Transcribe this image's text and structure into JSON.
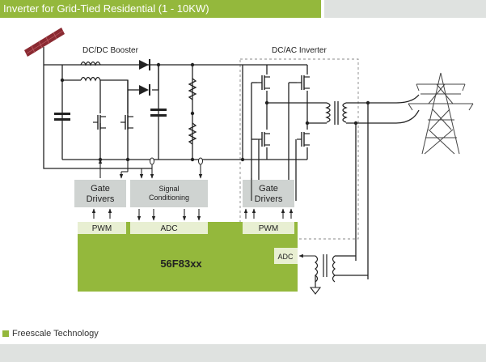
{
  "header": {
    "title": "Inverter for Grid-Tied Residential (1 - 10KW)"
  },
  "labels": {
    "dcdc": "DC/DC Booster",
    "dcac": "DC/AC Inverter",
    "gate_drivers_left": [
      "Gate",
      "Drivers"
    ],
    "signal_conditioning": [
      "Signal",
      "Conditioning"
    ],
    "gate_drivers_right": [
      "Gate",
      "Drivers"
    ],
    "pwm_left": "PWM",
    "adc_mid": "ADC",
    "pwm_right": "PWM",
    "chip": "56F83xx",
    "adc_side": "ADC"
  },
  "legend": {
    "label": "Freescale Technology"
  },
  "colors": {
    "accent": "#94b83c",
    "block": "#cfd3d1",
    "pale": "#e8efd2",
    "band": "#dfe2e0"
  }
}
